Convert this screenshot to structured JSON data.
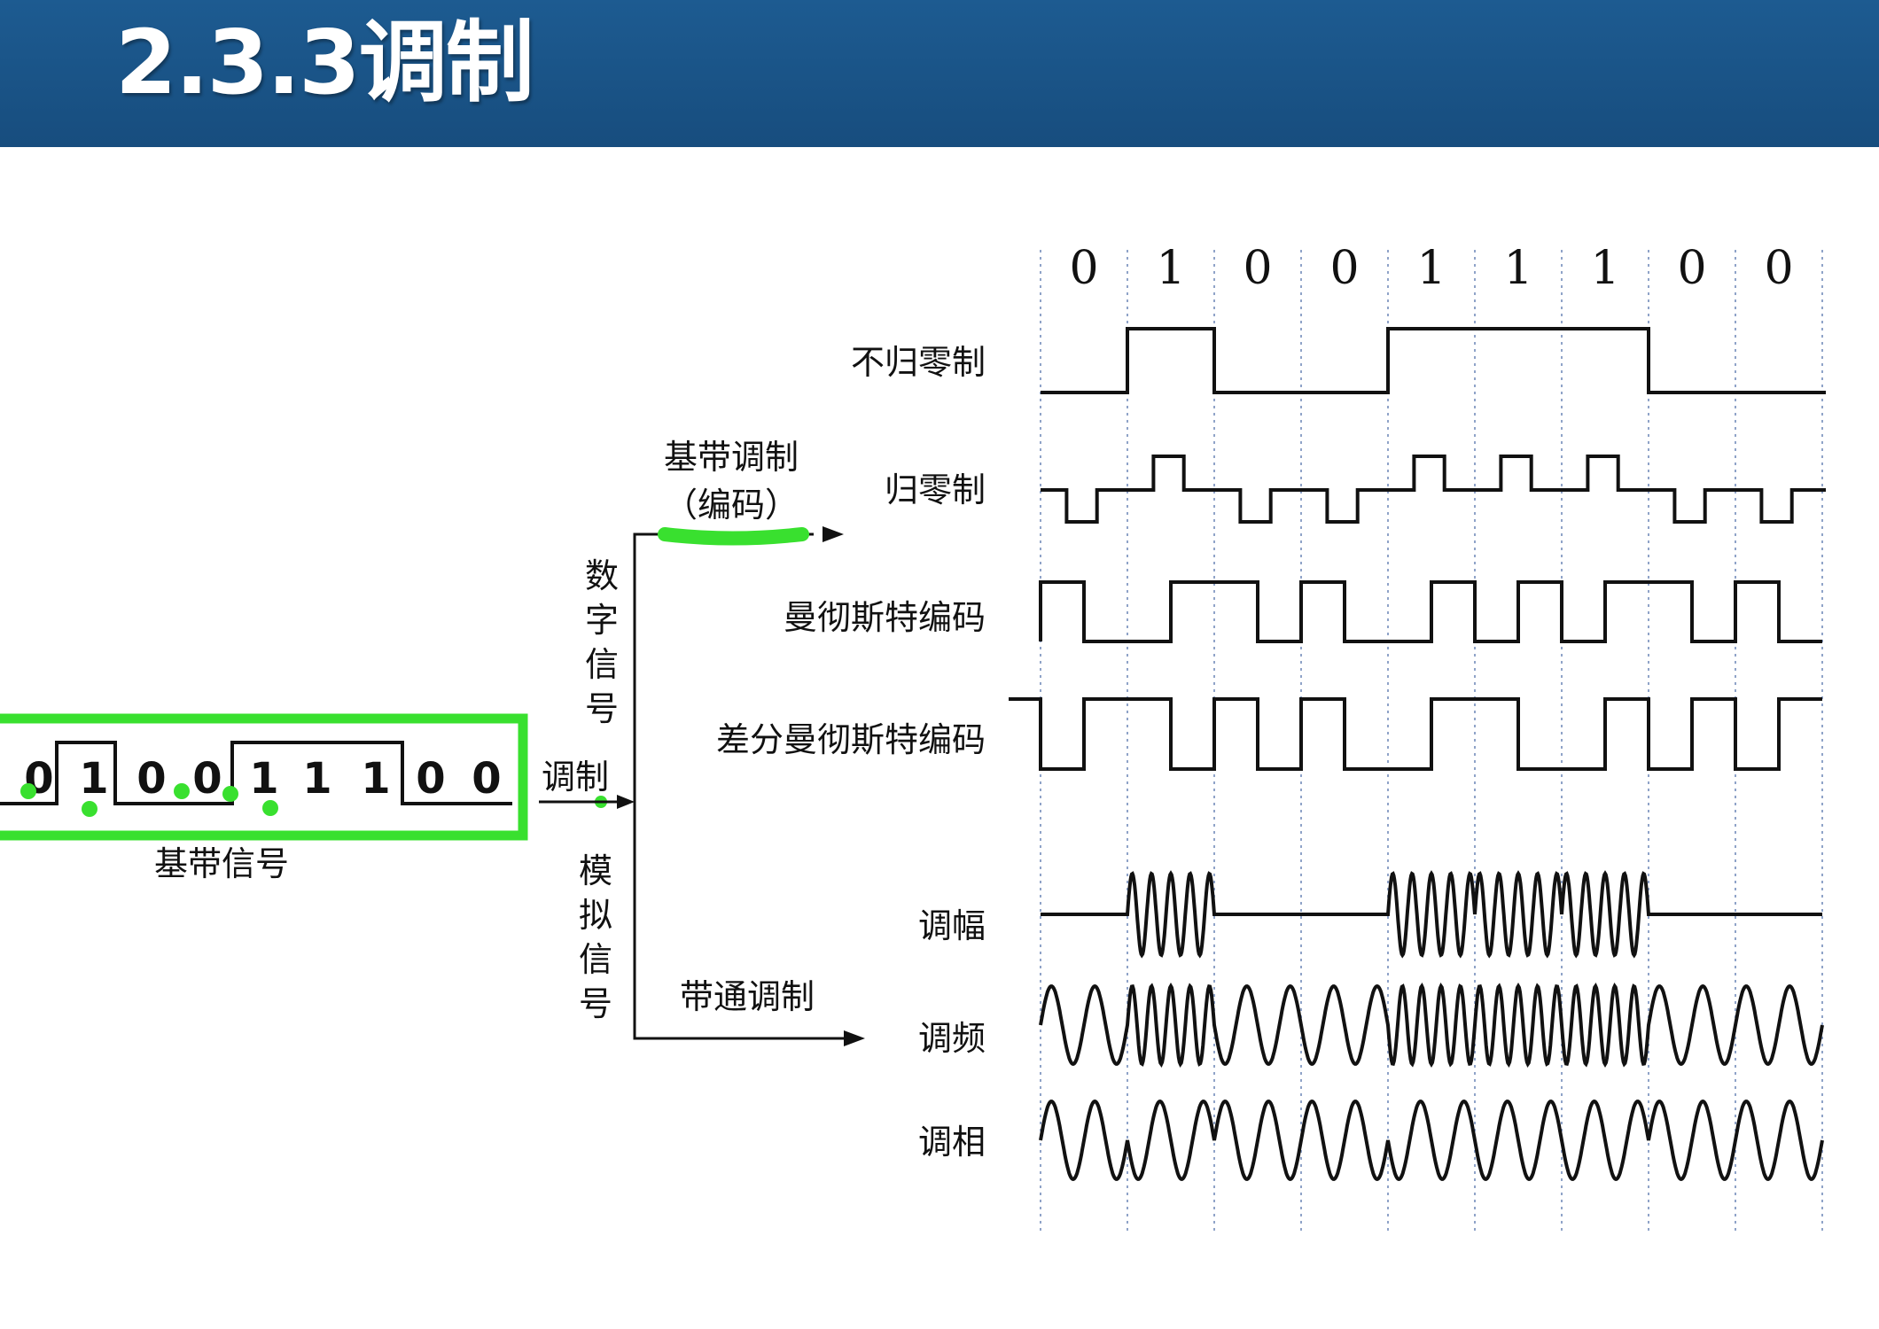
{
  "slide": {
    "title": "2.3.3调制"
  },
  "bits": [
    "0",
    "1",
    "0",
    "0",
    "1",
    "1",
    "1",
    "0",
    "0"
  ],
  "baseband": {
    "label": "基带信号",
    "bits": [
      "0",
      "1",
      "0",
      "0",
      "1",
      "1",
      "1",
      "0",
      "0"
    ]
  },
  "modulation_label": "调制",
  "branches": {
    "digital": "数字信号",
    "analog": "模拟信号",
    "baseband_modulation": "基带调制",
    "encoding": "（编码）",
    "bandpass_modulation": "带通调制"
  },
  "rows": {
    "nrz": "不归零制",
    "rz": "归零制",
    "manchester": "曼彻斯特编码",
    "diff_manchester": "差分曼彻斯特编码",
    "am": "调幅",
    "fm": "调频",
    "pm": "调相"
  },
  "colors": {
    "header": "#1b5488",
    "highlight": "#39e02f",
    "grid": "#8fa3c8",
    "bit_text": "#2f3f6f",
    "wave": "#111111"
  }
}
